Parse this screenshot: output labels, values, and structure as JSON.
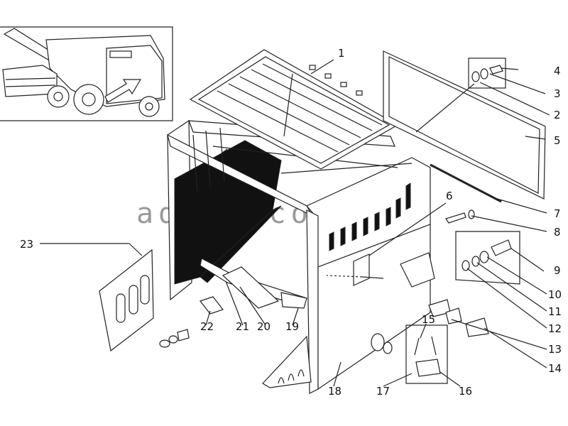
{
  "diagram": {
    "watermark": "adara.com.ua",
    "callouts": [
      "1",
      "2",
      "3",
      "4",
      "5",
      "6",
      "7",
      "8",
      "9",
      "10",
      "11",
      "12",
      "13",
      "14",
      "15",
      "16",
      "17",
      "18",
      "19",
      "20",
      "21",
      "22",
      "23"
    ]
  },
  "colors": {
    "line": "#222222",
    "fill_dark": "#111111",
    "watermark": "#9a9a9a",
    "background": "#ffffff"
  }
}
